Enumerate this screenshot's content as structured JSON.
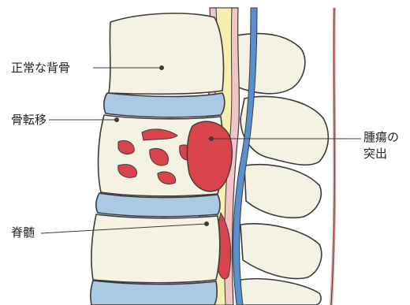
{
  "labels": {
    "normal_spine": "正常な背骨",
    "bone_metastasis": "骨転移",
    "tumor_protrusion_line1": "腫瘍の",
    "tumor_protrusion_line2": "突出",
    "spinal_cord": "脊髄"
  },
  "colors": {
    "bone_fill": "#f3f2e3",
    "bone_outline": "#3a3a3a",
    "disc_blue": "#a9c9e4",
    "tumor_red": "#d9434b",
    "spinal_cord_yellow": "#f7efb0",
    "vessel_blue": "#5a8fd0",
    "dura_pink": "#f2c6c9"
  }
}
